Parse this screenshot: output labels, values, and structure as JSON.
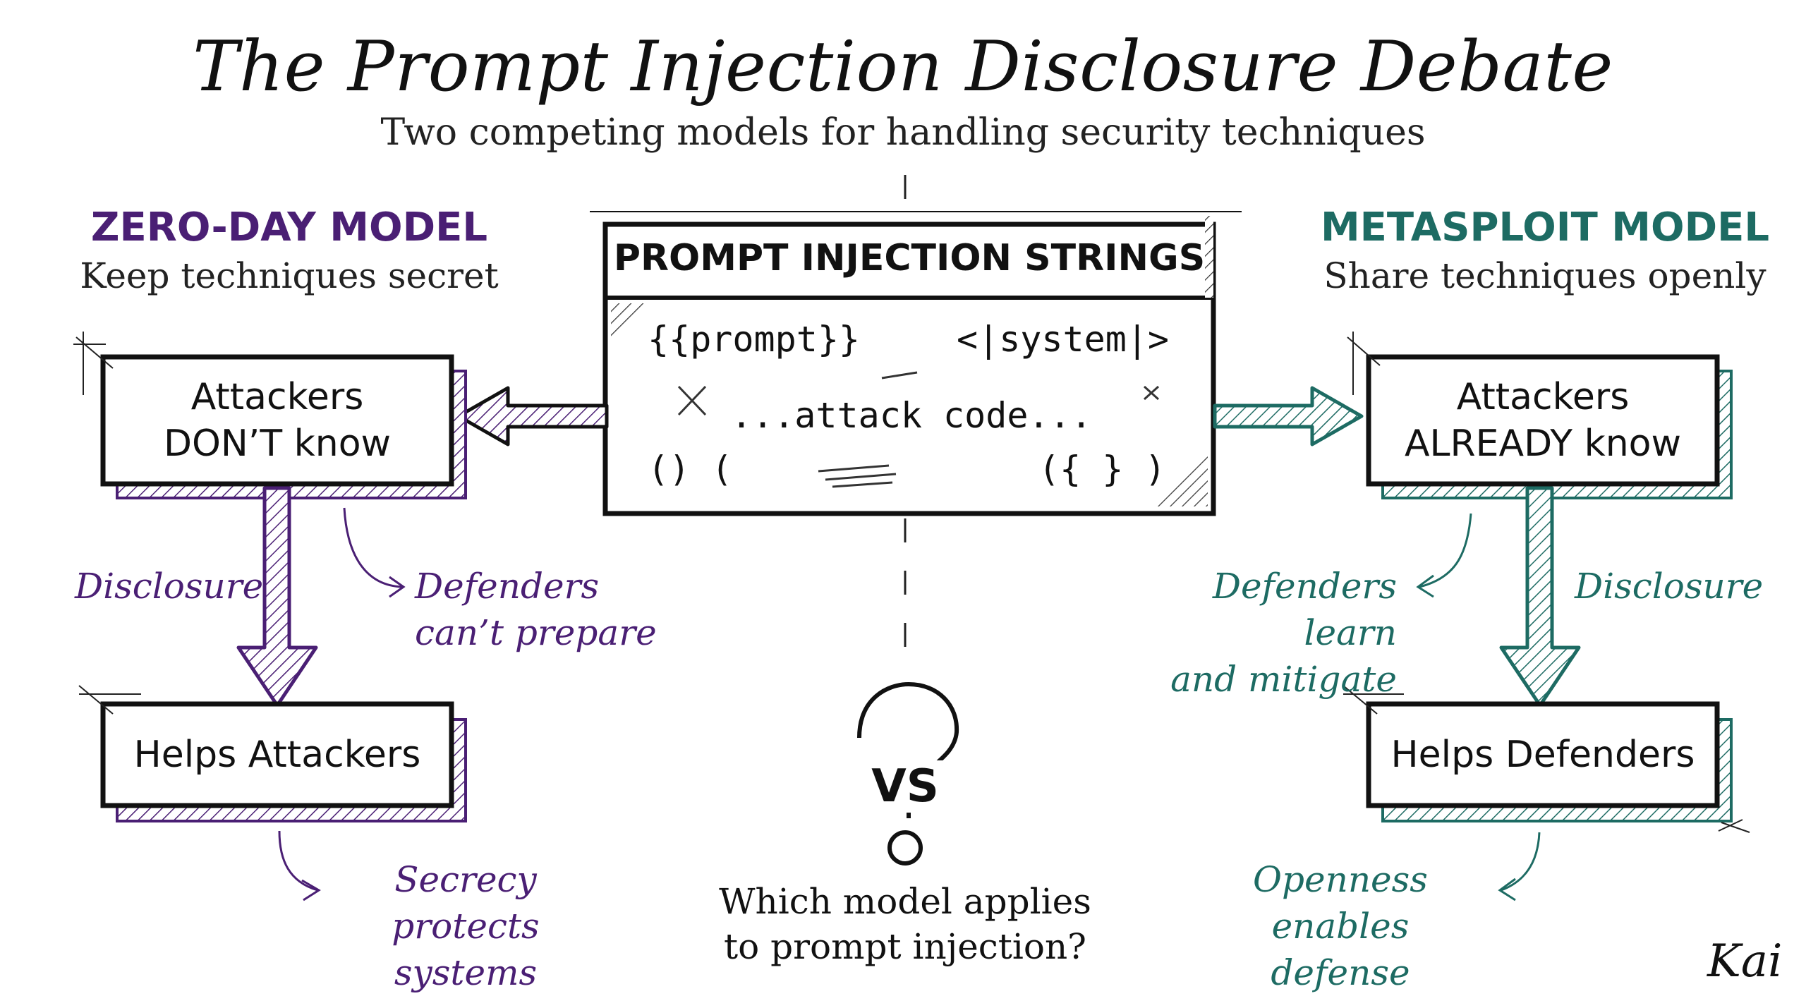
{
  "title": "The Prompt Injection Disclosure Debate",
  "subtitle": "Two competing models for handling security techniques",
  "left_model": {
    "heading": "ZERO-DAY MODEL",
    "subheading": "Keep techniques secret",
    "top_box": [
      "Attackers",
      "DON’T know"
    ],
    "arrow_label": "Disclosure",
    "side_note": [
      "Defenders",
      "can’t prepare"
    ],
    "bottom_box": "Helps Attackers",
    "conclusion": [
      "Secrecy protects",
      "systems"
    ],
    "color": "#4a1f74"
  },
  "right_model": {
    "heading": "METASPLOIT MODEL",
    "subheading": "Share techniques openly",
    "top_box": [
      "Attackers",
      "ALREADY know"
    ],
    "arrow_label": "Disclosure",
    "side_note": [
      "Defenders learn",
      "and mitigate"
    ],
    "bottom_box": "Helps Defenders",
    "conclusion": [
      "Openness enables",
      "defense"
    ],
    "color": "#1d6b63"
  },
  "center": {
    "box_title": "PROMPT INJECTION STRINGS",
    "code": {
      "line1_left": "{{prompt}}",
      "line1_right": "<|system|>",
      "line2": "...attack code...",
      "line3_left": "() (",
      "line3_right": "({ } )"
    },
    "vs_label": "VS",
    "question": [
      "Which model applies",
      "to prompt injection?"
    ]
  },
  "signature": "Kai"
}
